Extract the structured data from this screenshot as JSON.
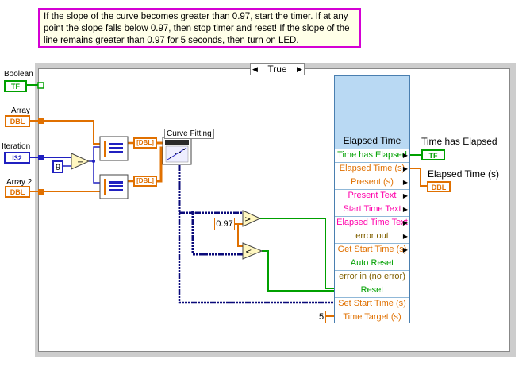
{
  "comment": {
    "text": "If the slope of the curve becomes greater than 0.97, start the timer.  If at any point the slope falls below 0.97, then stop timer and reset!  If the slope of the line remains greater than 0.97 for 5 seconds, then turn on LED."
  },
  "case_structure": {
    "selector_value": "True",
    "left_arrow": "◀",
    "right_arrow": "▶"
  },
  "controls": {
    "boolean": {
      "label": "Boolean",
      "type": "TF"
    },
    "array": {
      "label": "Array",
      "type": "DBL"
    },
    "iteration": {
      "label": "Iteration",
      "type": "I32"
    },
    "array2": {
      "label": "Array 2",
      "type": "DBL"
    }
  },
  "constants": {
    "nine": "9",
    "threshold": "0.97",
    "five": "5"
  },
  "nodes": {
    "curve_fitting": {
      "label": "Curve Fitting"
    },
    "array_indicator_1": "[DBL]",
    "array_indicator_2": "[DBL]"
  },
  "elapsed_time": {
    "title": "Elapsed Time",
    "rows": [
      {
        "label": "Time has Elapsed",
        "kind": "bool"
      },
      {
        "label": "Elapsed Time (s)",
        "kind": "num"
      },
      {
        "label": "Present (s)",
        "kind": "num"
      },
      {
        "label": "Present Text",
        "kind": "pink"
      },
      {
        "label": "Start Time Text",
        "kind": "pink"
      },
      {
        "label": "Elapsed Time Text",
        "kind": "pink"
      },
      {
        "label": "error out",
        "kind": "err"
      },
      {
        "label": "Get Start Time (s)",
        "kind": "num"
      },
      {
        "label": "Auto Reset",
        "kind": "bool"
      },
      {
        "label": "error in (no error)",
        "kind": "err"
      },
      {
        "label": "Reset",
        "kind": "bool"
      },
      {
        "label": "Set Start Time (s)",
        "kind": "num"
      },
      {
        "label": "Time Target (s)",
        "kind": "num"
      }
    ]
  },
  "indicators": {
    "time_has_elapsed": {
      "label": "Time has Elapsed",
      "type": "TF"
    },
    "elapsed_time_s": {
      "label": "Elapsed Time (s)",
      "type": "DBL"
    }
  },
  "colors": {
    "bool_wire": "#00a000",
    "dbl_wire": "#e07000",
    "i32_wire": "#2020c0",
    "array_wire": "#0a0a7a",
    "comment_border": "#d400d4",
    "express_bg": "#b9d9f3"
  }
}
